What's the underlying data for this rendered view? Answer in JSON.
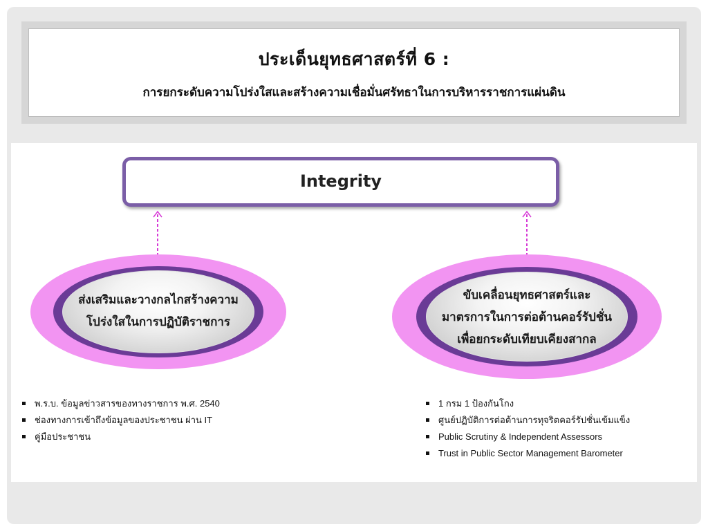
{
  "header": {
    "title": "ประเด็นยุทธศาสตร์ที่ 6 :",
    "subtitle": "การยกระดับความโปร่งใสและสร้างความเชื่อมั่นศรัทธาในการบริหารราชการแผ่นดิน"
  },
  "goal": {
    "label": "Integrity"
  },
  "left_strategy": {
    "lines": [
      "ส่งเสริมและวางกลไกสร้างความ",
      "โปร่งใสในการปฏิบัติราชการ"
    ],
    "bullets": [
      "พ.ร.บ. ข้อมูลข่าวสารของทางราชการ พ.ศ. 2540",
      "ช่องทางการเข้าถึงข้อมูลของประชาชน ผ่าน IT",
      "คู่มือประชาชน"
    ]
  },
  "right_strategy": {
    "lines": [
      "ขับเคลื่อนยุทธศาสตร์และ",
      "มาตรการในการต่อต้านคอร์รัปชั่น",
      "เพื่อยกระดับเทียบเคียงสากล"
    ],
    "bullets": [
      "1 กรม 1 ป้องกันโกง",
      "ศูนย์ปฏิบัติการต่อต้านการทุจริตคอร์รัปชั่นเข้มแข็ง",
      "Public Scrutiny & Independent Assessors",
      "Trust in Public Sector Management Barometer"
    ]
  },
  "colors": {
    "accent_purple": "#7b5ea7",
    "ring_pink": "#f294f2",
    "ring_dark": "#6a3b96",
    "connector": "#d63ad6"
  }
}
